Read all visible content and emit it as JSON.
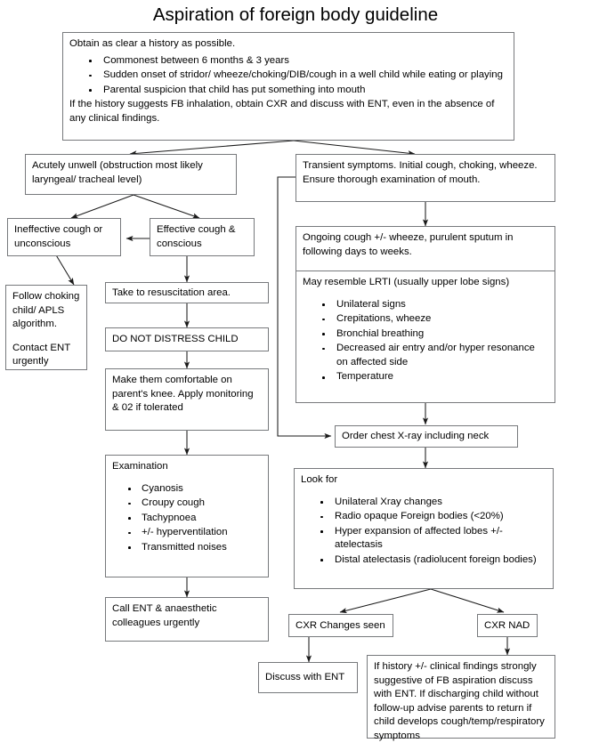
{
  "title": "Aspiration of foreign body guideline",
  "nodes": {
    "history": {
      "lead": "Obtain as clear a history as possible.",
      "bullets": [
        "Commonest between 6 months & 3 years",
        "Sudden onset of stridor/ wheeze/choking/DIB/cough in a well child while eating or playing",
        "Parental suspicion that child has put something into mouth"
      ],
      "tail": "If the history suggests FB inhalation, obtain CXR and discuss with ENT, even in the absence of any clinical findings."
    },
    "acutely_unwell": "Acutely unwell   (obstruction most likely laryngeal/ tracheal level)",
    "ineffective_cough": "Ineffective cough or unconscious",
    "effective_cough": "Effective cough & conscious",
    "follow_choking": {
      "line1": "Follow choking child/ APLS algorithm.",
      "line2": "Contact ENT urgently"
    },
    "resuscitation": "Take to resuscitation area.",
    "do_not_distress": "DO NOT DISTRESS CHILD",
    "comfortable": "Make them comfortable on parent's knee. Apply monitoring & 02 if tolerated",
    "examination": {
      "lead": "Examination",
      "bullets": [
        "Cyanosis",
        "Croupy cough",
        "Tachypnoea",
        "+/- hyperventilation",
        "Transmitted noises"
      ]
    },
    "call_ent": "Call ENT & anaesthetic colleagues urgently",
    "transient": "Transient symptoms. Initial cough, choking, wheeze. Ensure thorough examination of mouth.",
    "ongoing_cough": "Ongoing cough +/- wheeze, purulent sputum in following days to weeks.",
    "lrti": {
      "lead": "May resemble LRTI (usually upper lobe signs)",
      "bullets": [
        "Unilateral signs",
        "Crepitations, wheeze",
        "Bronchial breathing",
        "Decreased air entry and/or hyper resonance on affected side",
        "Temperature"
      ]
    },
    "order_cxr": "Order chest X-ray including neck",
    "look_for": {
      "lead": "Look for",
      "bullets": [
        "Unilateral Xray changes",
        "Radio opaque Foreign bodies (<20%)",
        "Hyper expansion of affected lobes +/- atelectasis",
        "Distal atelectasis (radiolucent foreign bodies)"
      ]
    },
    "cxr_changes": "CXR Changes seen",
    "cxr_nad": "CXR NAD",
    "discuss_ent": "Discuss with ENT",
    "final_advice": "If history +/- clinical findings strongly suggestive of FB aspiration discuss with ENT.  If discharging child without follow-up advise parents to return if  child develops cough/temp/respiratory  symptoms"
  },
  "colors": {
    "border": "#77797c",
    "text": "#000000",
    "background": "#ffffff"
  }
}
